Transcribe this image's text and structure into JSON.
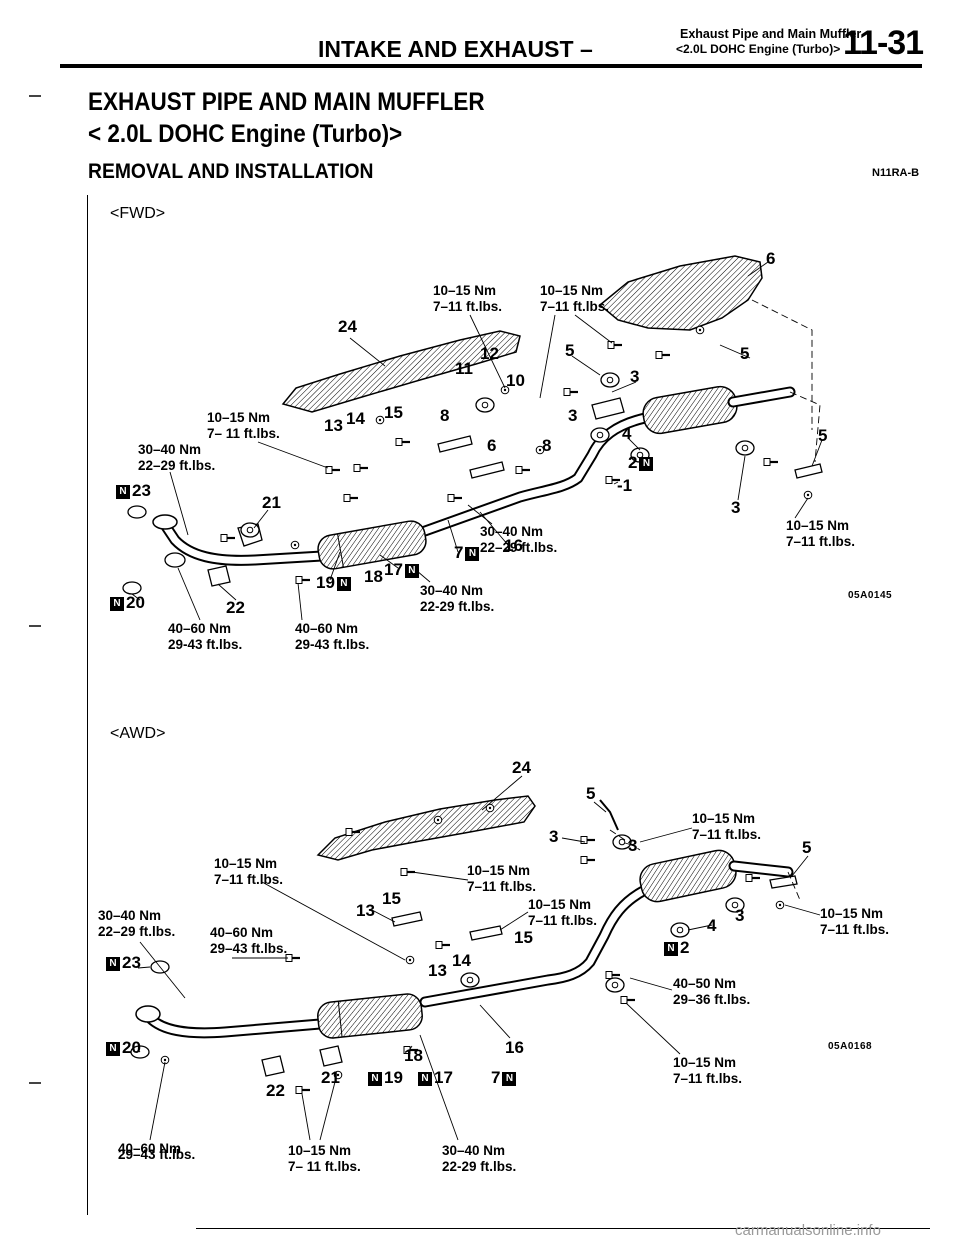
{
  "header": {
    "section": "INTAKE AND EXHAUST –",
    "sub_line1": "Exhaust Pipe and Main Muffler",
    "sub_line2": "<2.0L DOHC Engine (Turbo)>",
    "page_number": "11-31"
  },
  "title": {
    "line1": "EXHAUST PIPE AND MAIN MUFFLER",
    "line2": "< 2.0L DOHC Engine (Turbo)>"
  },
  "section_heading": "REMOVAL AND INSTALLATION",
  "section_code": "N11RA-B",
  "new_part_mark": "N",
  "fwd": {
    "label": "<FWD>",
    "figure_code": "05A0145",
    "callouts": [
      "6",
      "24",
      "5",
      "5",
      "3",
      "11",
      "12",
      "10",
      "13",
      "14",
      "15",
      "8",
      "3",
      "4",
      "5",
      "6",
      "8",
      "2",
      "23",
      "21",
      "-1",
      "3",
      "7",
      "16",
      "17",
      "19",
      "18",
      "20",
      "22"
    ],
    "torques": [
      {
        "nm": "10–15 Nm",
        "ft": "7–11 ft.lbs."
      },
      {
        "nm": "10–15 Nm",
        "ft": "7–11 ft.lbs."
      },
      {
        "nm": "10–15 Nm",
        "ft": "7– 11 ft.lbs."
      },
      {
        "nm": "30–40 Nm",
        "ft": "22–29 ft.lbs."
      },
      {
        "nm": "10–15 Nm",
        "ft": "7–11 ft.lbs."
      },
      {
        "nm": "30–40 Nm",
        "ft": "22–29 ft.lbs."
      },
      {
        "nm": "30–40 Nm",
        "ft": "22-29 ft.lbs."
      },
      {
        "nm": "40–60 Nm",
        "ft": "29-43 ft.lbs."
      },
      {
        "nm": "40–60 Nm",
        "ft": "29-43 ft.lbs."
      }
    ]
  },
  "awd": {
    "label": "<AWD>",
    "figure_code": "05A0168",
    "callouts": [
      "24",
      "5",
      "3",
      "3",
      "5",
      "15",
      "13",
      "3",
      "4",
      "15",
      "2",
      "23",
      "13",
      "14",
      "16",
      "18",
      "20",
      "21",
      "19",
      "17",
      "7",
      "22"
    ],
    "torques": [
      {
        "nm": "10–15 Nm",
        "ft": "7–11 ft.lbs."
      },
      {
        "nm": "10–15 Nm",
        "ft": "7–11 ft.lbs."
      },
      {
        "nm": "10–15 Nm",
        "ft": "7–11 ft.lbs."
      },
      {
        "nm": "10–15 Nm",
        "ft": "7–11 ft.lbs."
      },
      {
        "nm": "10–15 Nm",
        "ft": "7–11 ft.lbs."
      },
      {
        "nm": "30–40 Nm",
        "ft": "22–29 ft.lbs."
      },
      {
        "nm": "40–60 Nm",
        "ft": "29–43 ft.lbs."
      },
      {
        "nm": "40–50 Nm",
        "ft": "29–36 ft.lbs."
      },
      {
        "nm": "10–15 Nm",
        "ft": "7–11 ft.lbs."
      },
      {
        "nm": "40–60 Nm",
        "ft": "29–43 ft.lbs."
      },
      {
        "nm": "10–15 Nm",
        "ft": "7– 11 ft.lbs."
      },
      {
        "nm": "30–40 Nm",
        "ft": "22-29 ft.lbs."
      }
    ]
  },
  "footer": {
    "watermark": "carmanualsonline.info"
  }
}
